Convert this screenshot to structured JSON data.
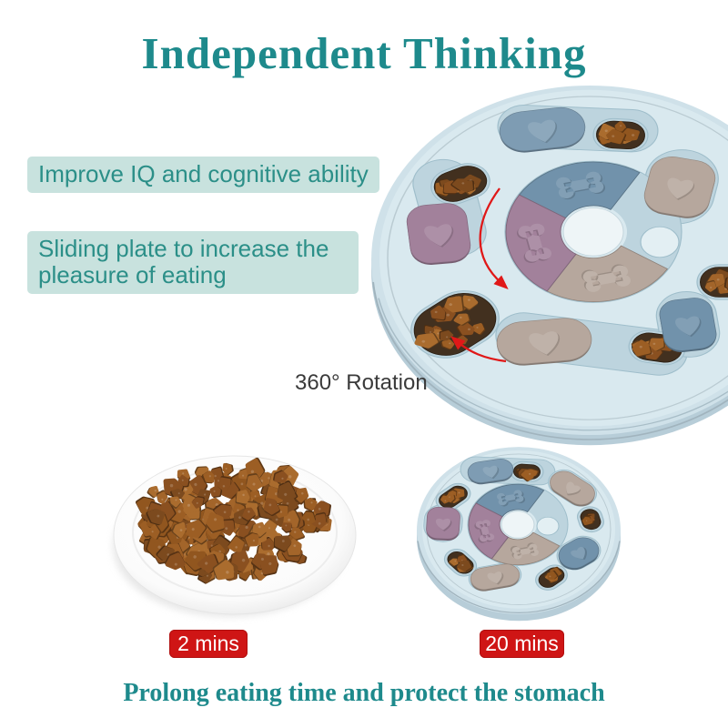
{
  "title": "Independent Thinking",
  "features": [
    {
      "label": "Improve IQ and cognitive ability"
    },
    {
      "label": "Sliding plate to increase the pleasure of eating"
    }
  ],
  "rotation_label": "360° Rotation",
  "comparison": [
    {
      "caption": "2 mins",
      "item": "plate-of-kibble"
    },
    {
      "caption": "20 mins",
      "item": "puzzle-feeder"
    }
  ],
  "tagline": "Prolong eating time and protect the stomach",
  "colors": {
    "background": "#ffffff",
    "title_teal": "#1e8a8c",
    "feature_bg": "#c8e2de",
    "feature_text": "#2b8f88",
    "rotation_text": "#3a3a3a",
    "badge_red": "#cf1515",
    "badge_border": "#b01010",
    "badge_text": "#ffffff",
    "toy_body": "#cfe1e9",
    "toy_side": "#b7cdd8",
    "toy_face": "#d9e9ef",
    "toy_track": "#bdd4de",
    "toy_track_edge": "#9fbecb",
    "hub_white": "#eef5f7",
    "slider_blue": "#7192ab",
    "slider_blue2": "#7e9cb3",
    "slider_mauve": "#a2819b",
    "slider_tan": "#b6a79d",
    "pocket_dark": "#42301f",
    "kibble_palette": [
      "#8a5020",
      "#9c5e24",
      "#7c4a1e",
      "#aa6c2e",
      "#91561f",
      "#a3652a"
    ],
    "arrow_red": "#e01818",
    "plate_white": "#fdfdfd",
    "plate_rim": "#e2e2e2"
  }
}
